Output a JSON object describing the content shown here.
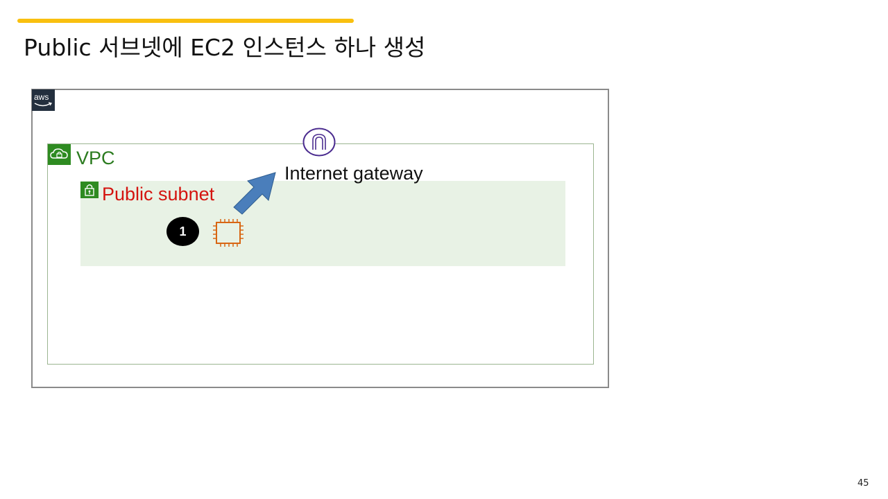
{
  "slide": {
    "title": "Public 서브넷에 EC2 인스턴스 하나 생성",
    "page_number": "45",
    "accent_color": "#f9c00f"
  },
  "diagram": {
    "aws_logo": {
      "text": "aws",
      "icon": "aws-logo-icon"
    },
    "vpc": {
      "label": "VPC",
      "icon": "vpc-cloud-lock-icon",
      "color": "#2b7b1f"
    },
    "subnet": {
      "label": "Public subnet",
      "icon": "subnet-lock-icon",
      "color": "#d4140f",
      "fill": "#e8f2e5"
    },
    "internet_gateway": {
      "label": "Internet gateway",
      "icon": "internet-gateway-icon",
      "color": "#4b2c8f"
    },
    "ec2_instance": {
      "icon": "ec2-chip-icon",
      "color": "#d86613"
    },
    "step_badge": {
      "number": "1"
    },
    "arrow": {
      "direction": "up-right",
      "color": "#4a7ebb"
    }
  }
}
